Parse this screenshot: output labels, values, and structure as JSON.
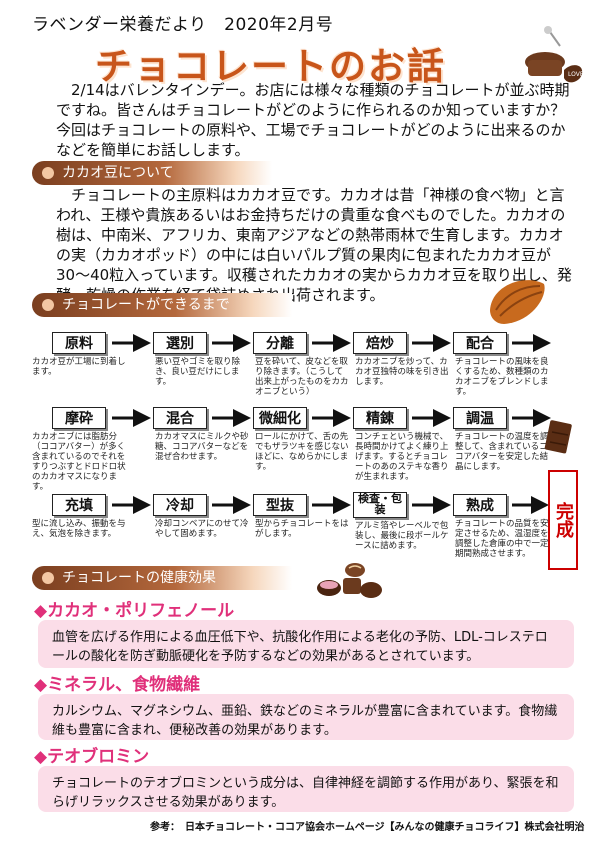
{
  "header": {
    "text": "ラベンダー栄養だより　2020年2月号"
  },
  "title": "チョコレートのお話",
  "intro": "2/14はバレンタインデー。お店には様々な種類のチョコレートが並ぶ時期ですね。皆さんはチョコレートがどのように作られるのか知っていますか？今回はチョコレートの原料や、工場でチョコレートがどのように出来るのかなどを簡単にお話しします。",
  "sections": {
    "cacao": {
      "heading": "カカオ豆について",
      "text": "チョコレートの主原料はカカオ豆です。カカオは昔「神様の食べ物」と言われ、王様や貴族あるいはお金持ちだけの貴重な食べものでした。カカオの樹は、中南米、アフリカ、東南アジアなどの熱帯雨林で生育します。カカオの実（カカオポッド）の中には白いパルプ質の果肉に包まれたカカオ豆が30〜40粒入っています。収穫されたカカオの実からカカオ豆を取り出し、発酵、乾燥の作業を経て袋詰めされ出荷されます。"
    },
    "making": {
      "heading": "チョコレートができるまで"
    },
    "health": {
      "heading": "チョコレートの健康効果"
    }
  },
  "process": {
    "steps": [
      {
        "label": "原料",
        "desc": "カカオ豆が工場に到着します。"
      },
      {
        "label": "選別",
        "desc": "悪い豆やゴミを取り除き、良い豆だけにします。"
      },
      {
        "label": "分離",
        "desc": "豆を砕いて、皮などを取り除きます。（こうして出来上がったものをカカオニブという）"
      },
      {
        "label": "焙炒",
        "desc": "カカオニブを炒って、カカオ豆独特の味を引き出します。"
      },
      {
        "label": "配合",
        "desc": "チョコレートの風味を良くするため、数種類のカカオニブをブレンドします。"
      },
      {
        "label": "摩砕",
        "desc": "カカオニブには脂肪分（ココアバター）が多く含まれているのでそれをすりつぶすとドロドロ状のカカオマスになります。"
      },
      {
        "label": "混合",
        "desc": "カカオマスにミルクや砂糖、ココアバターなどを混ぜ合わせます。"
      },
      {
        "label": "微細化",
        "desc": "ロールにかけて、舌の先でもザラツキを感じないほどに、なめらかにします。"
      },
      {
        "label": "精錬",
        "desc": "コンチェという機械で、長時間かけてよく練り上げます。するとチョコレートのあのステキな香りが生まれます。"
      },
      {
        "label": "調温",
        "desc": "チョコレートの温度を調整して、含まれているココアバターを安定した結晶にします。"
      },
      {
        "label": "充填",
        "desc": "型に流し込み、振動を与え、気泡を除きます。"
      },
      {
        "label": "冷却",
        "desc": "冷却コンベアにのせて冷やして固めます。"
      },
      {
        "label": "型抜",
        "desc": "型からチョコレートをはがします。"
      },
      {
        "label": "検査・包装",
        "desc": "アルミ箔やレーベルで包装し、最後に段ボールケースに詰めます。"
      },
      {
        "label": "熟成",
        "desc": "チョコレートの品質を安定させるため、温湿度を調整した倉庫の中で一定期間熟成させます。"
      }
    ],
    "done": "完成"
  },
  "health": [
    {
      "title": "◆カカオ・ポリフェノール",
      "text": "血管を広げる作用による血圧低下や、抗酸化作用による老化の予防、LDL-コレステロールの酸化を防ぎ動脈硬化を予防するなどの効果があるとされています。"
    },
    {
      "title": "◆ミネラル、食物繊維",
      "text": "カルシウム、マグネシウム、亜鉛、鉄などのミネラルが豊富に含まれています。食物繊維も豊富に含まれ、便秘改善の効果があります。"
    },
    {
      "title": "◆テオブロミン",
      "text": "チョコレートのテオブロミンという成分は、自律神経を調節する作用があり、緊張を和らげリラックスさせる効果があります。"
    }
  ],
  "reference": "参考：　日本チョコレート・ココア協会ホームページ【みんなの健康チョコライフ】株式会社明治",
  "colors": {
    "title": "#c8551a",
    "accent_pink": "#e0307a",
    "box_pink": "#fbdde8",
    "done_red": "#cc0000"
  }
}
